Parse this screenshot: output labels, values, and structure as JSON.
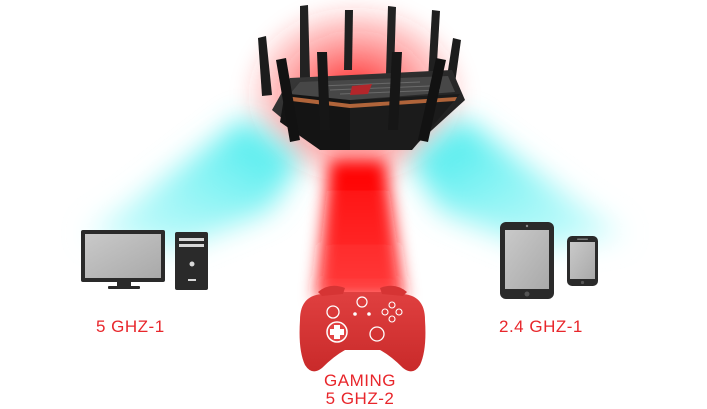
{
  "bands": {
    "left": {
      "label": "5 GHZ-1",
      "color": "#e8262b",
      "beam_color": "#3ef2ee"
    },
    "right": {
      "label": "2.4 GHZ-1",
      "color": "#e8262b",
      "beam_color": "#3ef2ee"
    },
    "gaming": {
      "line1": "GAMING",
      "line2": "5 GHZ-2",
      "color": "#e8262b",
      "beam_color": "#ff1a1a"
    }
  },
  "icons": {
    "router": "wifi-router-icon",
    "desktop": "desktop-computer-icon",
    "tablet": "tablet-icon",
    "phone": "smartphone-icon",
    "controller": "game-controller-icon"
  }
}
